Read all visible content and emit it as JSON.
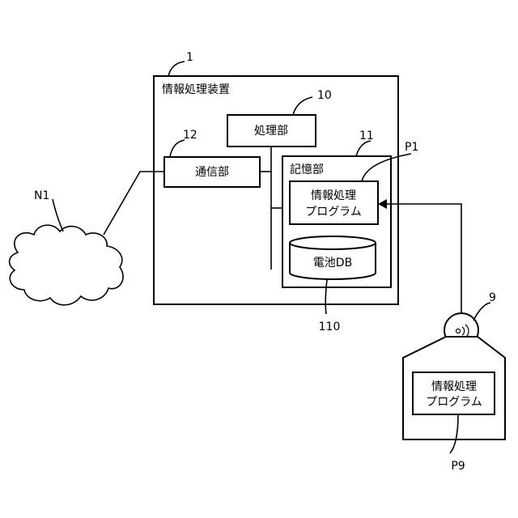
{
  "device": {
    "ref": "1",
    "title": "情報処理装置"
  },
  "processing": {
    "ref": "10",
    "label": "処理部"
  },
  "communication": {
    "ref": "12",
    "label": "通信部"
  },
  "storage": {
    "ref": "11",
    "label": "記憶部"
  },
  "program": {
    "ref": "P1",
    "line1": "情報処理",
    "line2": "プログラム"
  },
  "battery_db": {
    "ref": "110",
    "label": "電池DB"
  },
  "network": {
    "ref": "N1"
  },
  "media": {
    "ref": "9"
  },
  "media_program": {
    "ref": "P9",
    "line1": "情報処理",
    "line2": "プログラム"
  }
}
